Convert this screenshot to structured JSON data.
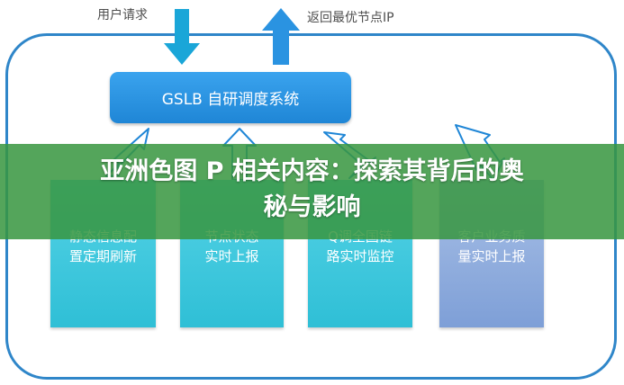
{
  "diagram": {
    "top_labels": {
      "user_request": "用户请求",
      "return_ip": "返回最优节点IP"
    },
    "center_box": "GSLB 自研调度系统",
    "cards": [
      {
        "line1": "静态信息配",
        "line2": "置定期刷新"
      },
      {
        "line1": "节点状态",
        "line2": "实时上报"
      },
      {
        "line1": "Q调全国链",
        "line2": "路实时监控"
      },
      {
        "line1": "客户业务质",
        "line2": "量实时上报"
      }
    ],
    "colors": {
      "frame": "#2f86c9",
      "arrow": "#1aa6d8",
      "center_box": "#2a93e1",
      "card_cyan": "#3ec8dd",
      "card_blue": "#8fabdc",
      "banner": "#389640"
    }
  },
  "banner": {
    "title_line1": "亚洲色图 P 相关内容：探索其背后的奥",
    "title_line2": "秘与影响"
  }
}
